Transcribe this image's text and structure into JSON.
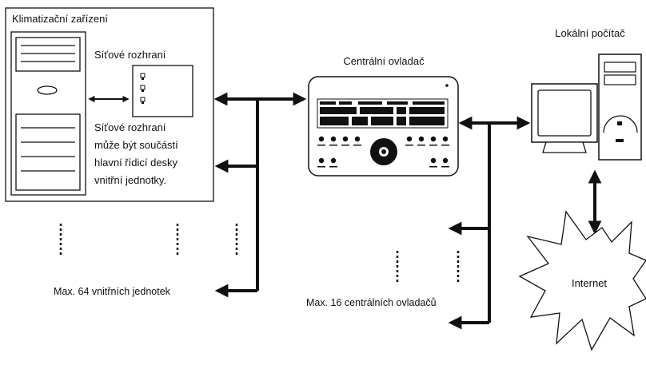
{
  "ac_unit": {
    "title": "Klimatizační zařízení",
    "network_interface_label": "Síťové rozhraní",
    "note_lines": [
      "Síťové rozhraní",
      "může být součástí",
      "hlavní řídicí desky",
      "vnitřní jednotky."
    ]
  },
  "central_controller": {
    "label": "Centrální ovladač"
  },
  "local_computer": {
    "label": "Lokální počítač"
  },
  "internet": {
    "label": "Internet"
  },
  "limits": {
    "indoor_units": "Max. 64 vnitřních jednotek",
    "central_controllers": "Max. 16 centrálních ovladačů"
  }
}
